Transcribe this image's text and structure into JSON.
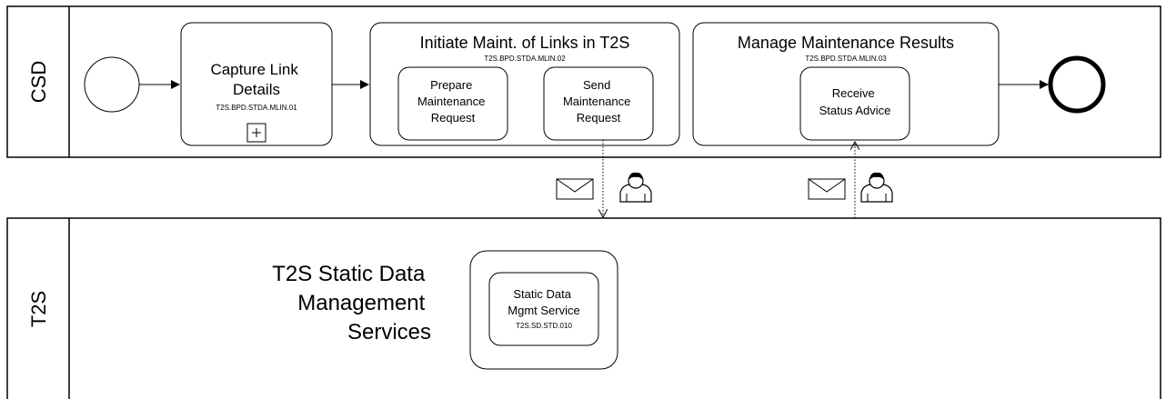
{
  "lanes": {
    "csd": {
      "label": "CSD"
    },
    "t2s": {
      "label": "T2S",
      "pool_title": [
        "T2S Static Data",
        "Management",
        "Services"
      ]
    }
  },
  "capture": {
    "lines": [
      "Capture Link",
      "Details"
    ],
    "code": "T2S.BPD.STDA.MLIN.01",
    "marker": "+"
  },
  "initiate": {
    "title": "Initiate Maint. of Links in T2S",
    "code": "T2S.BPD.STDA.MLIN.02",
    "prepare": [
      "Prepare",
      "Maintenance",
      "Request"
    ],
    "send": [
      "Send",
      "Maintenance",
      "Request"
    ]
  },
  "manage": {
    "title": "Manage Maintenance Results",
    "code": "T2S.BPD.STDA.MLIN.03",
    "receive": [
      "Receive",
      "Status Advice"
    ]
  },
  "service": {
    "lines": [
      "Static Data",
      "Mgmt Service"
    ],
    "code": "T2S.SD.STD.010"
  },
  "icons": [
    "envelope-icon",
    "user-icon"
  ]
}
